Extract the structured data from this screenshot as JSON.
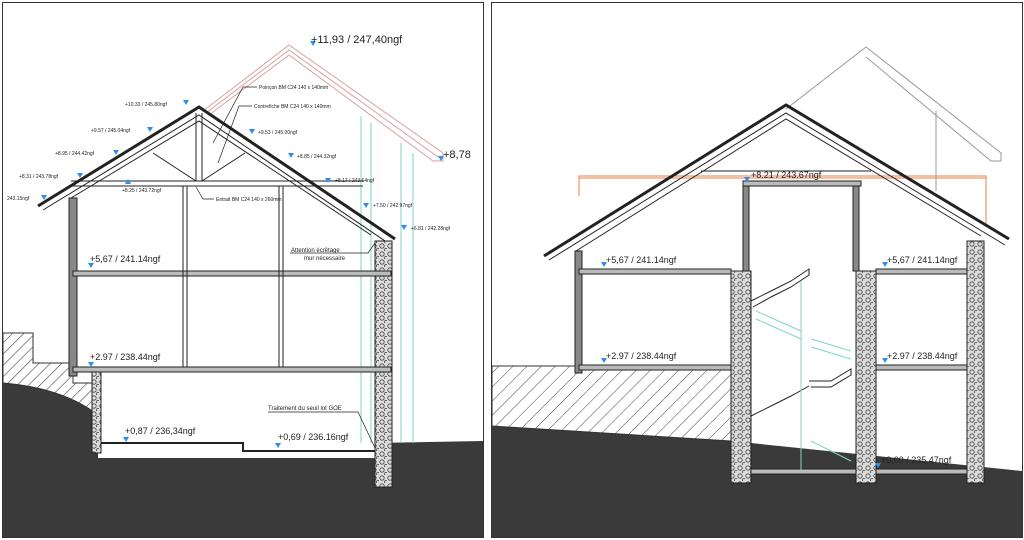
{
  "left_section": {
    "levels": {
      "ridge_ghost": "+11,93  /  247,40ngf",
      "eave_ghost": "+8,78",
      "l1": "+10.33  /  245.80ngf",
      "l2": "+9.57  /  245.04ngf",
      "l3": "+8.95  /  244.42ngf",
      "l4": "+8.31  /  243.78ngf",
      "l5": "243.15ngf",
      "l6": "+8.25  /  243.72ngf",
      "r1": "+9.53  /  245.00ngf",
      "r2": "+8.85  /  244.32ngf",
      "r3": "+8.17  /  243.64ngf",
      "r4": "+7.50  /  242.97ngf",
      "r5": "+6.81  /  242.28ngf",
      "floor1": "+5,67  /  241.14ngf",
      "floor0": "+2.97  /  238.44ngf",
      "base1": "+0,87  /  236,34ngf",
      "base2": "+0,69  /  236.16ngf"
    },
    "notes": {
      "poincon": "Poinçon BM C24 140 x 140mm",
      "contrefiche": "Contrefiche BM C24 140 x 140mm",
      "entrait": "Entrait BM C24 140 x 260mm",
      "attention1": "Attention écrêtage",
      "attention2": "mur nécessaire",
      "traitement": "Traitement du seuil lot GOE"
    }
  },
  "right_section": {
    "levels": {
      "top": "+8.21  /  243.67ngf",
      "floor1_left": "+5,67  /  241.14ngf",
      "floor1_right": "+5,67  /  241.14ngf",
      "floor0_left": "+2.97  /  238.44ngf",
      "floor0_right": "+2.97  /  238.44ngf",
      "base": "+0,00  /  235.47ngf"
    }
  },
  "colors": {
    "marker": "#2f8fe8",
    "ghost_roof_left": "#d9a0a0",
    "ghost_roof_right": "#999999",
    "orange": "#e8824a",
    "ground": "#3a3a3a",
    "teal": "#7fd6c6"
  }
}
